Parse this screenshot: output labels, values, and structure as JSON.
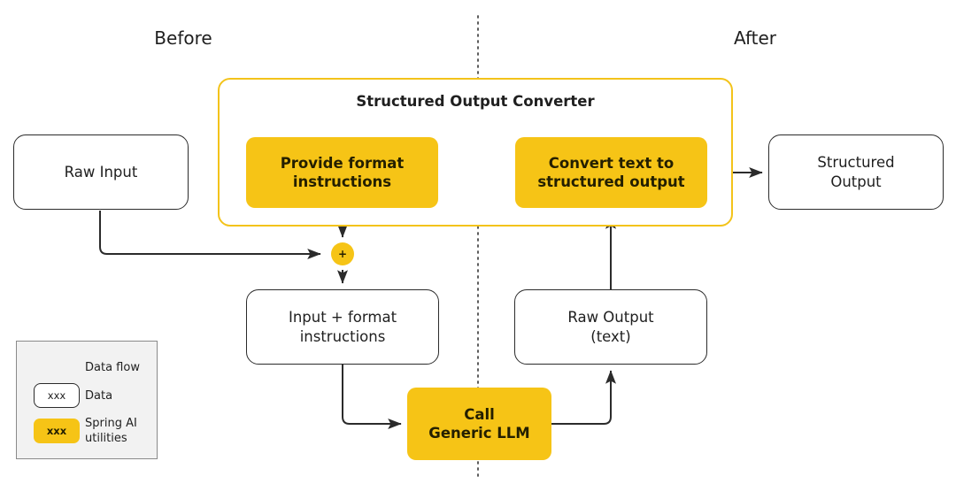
{
  "diagram": {
    "title_left": "Before",
    "title_right": "After",
    "group": {
      "label": "Structured Output Converter"
    },
    "nodes": {
      "raw_input": "Raw Input",
      "provide_format": "Provide format\ninstructions",
      "convert_text": "Convert text to\nstructured  output",
      "structured_output": "Structured\nOutput",
      "merge": "+",
      "input_plus_format": "Input + format\ninstructions",
      "raw_output": "Raw Output\n(text)",
      "call_llm": "Call\nGeneric LLM"
    },
    "legend": {
      "rows": [
        {
          "kind": "arrow",
          "swatch_text": "",
          "label": "Data flow"
        },
        {
          "kind": "data",
          "swatch_text": "xxx",
          "label": "Data"
        },
        {
          "kind": "util",
          "swatch_text": "xxx",
          "label": "Spring AI\nutilities"
        }
      ]
    },
    "colors": {
      "accent_yellow": "#F6C416",
      "group_border": "#F3C31A",
      "stroke": "#2b2b2b",
      "background": "#ffffff",
      "legend_bg": "#f2f2f2"
    }
  }
}
